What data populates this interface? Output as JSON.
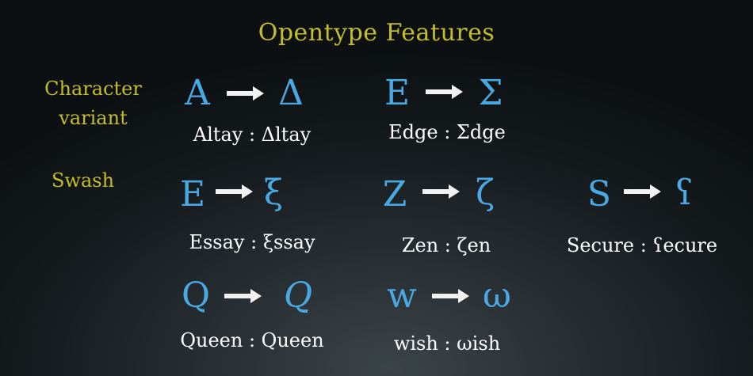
{
  "colors": {
    "title": "#c5bd2a",
    "label": "#c5bd2a",
    "glyph": "#4aa8e3",
    "arrow": "#f2f2f2",
    "example": "#ffffff"
  },
  "title": "Opentype Features",
  "sections": {
    "character_variant": "Character variant",
    "swash": "Swash"
  },
  "items": {
    "A": {
      "from": "A",
      "to": "Δ",
      "example": "Altay : Δltay"
    },
    "E1": {
      "from": "E",
      "to": "Σ",
      "example": "Edge : Σdge"
    },
    "E2": {
      "from": "E",
      "to": "ξ",
      "example": "Essay : ξssay"
    },
    "Z": {
      "from": "Z",
      "to": "ζ",
      "example": "Zen : ζen"
    },
    "S": {
      "from": "S",
      "to": "ʕ",
      "example": "Secure : ʕecure"
    },
    "Q": {
      "from": "Q",
      "to": "Q",
      "example": "Queen : Queen"
    },
    "w": {
      "from": "w",
      "to": "ω",
      "example": "wish : ωish"
    }
  }
}
